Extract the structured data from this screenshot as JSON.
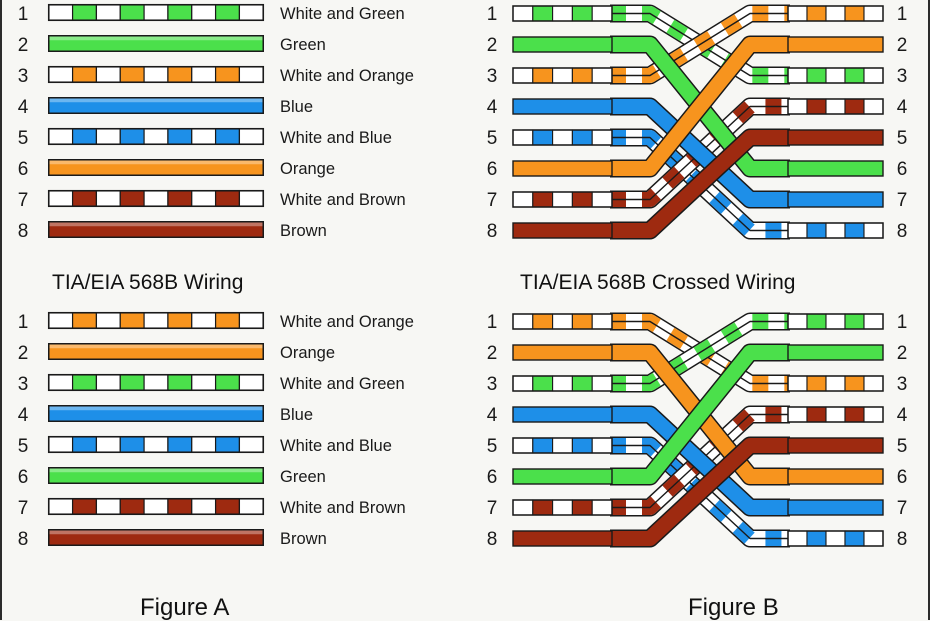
{
  "meta": {
    "diagram_title": "TIA/EIA 568B straight-through and crossover Ethernet wiring",
    "pin_numbers": [
      "1",
      "2",
      "3",
      "4",
      "5",
      "6",
      "7",
      "8"
    ]
  },
  "colors": {
    "green": "#4BE04B",
    "orange": "#F7941E",
    "blue": "#1E8FE8",
    "brown": "#9E2A10",
    "white": "#FFFFFF",
    "outline": "#1a1a1a",
    "background": "#f7f7f4",
    "text": "#1a1a1a"
  },
  "panels": {
    "top_left": {
      "title": "TIA/EIA 568B Wiring",
      "title_note": "568A pinout listing shown above the 568B title",
      "pins": [
        {
          "num": "1",
          "label": "White and Green",
          "color": "green",
          "striped": true
        },
        {
          "num": "2",
          "label": "Green",
          "color": "green",
          "striped": false
        },
        {
          "num": "3",
          "label": "White and Orange",
          "color": "orange",
          "striped": true
        },
        {
          "num": "4",
          "label": "Blue",
          "color": "blue",
          "striped": false
        },
        {
          "num": "5",
          "label": "White and Blue",
          "color": "blue",
          "striped": true
        },
        {
          "num": "6",
          "label": "Orange",
          "color": "orange",
          "striped": false
        },
        {
          "num": "7",
          "label": "White and Brown",
          "color": "brown",
          "striped": true
        },
        {
          "num": "8",
          "label": "Brown",
          "color": "brown",
          "striped": false
        }
      ]
    },
    "bottom_left": {
      "title": "Figure A",
      "pins": [
        {
          "num": "1",
          "label": "White and Orange",
          "color": "orange",
          "striped": true
        },
        {
          "num": "2",
          "label": "Orange",
          "color": "orange",
          "striped": false
        },
        {
          "num": "3",
          "label": "White and Green",
          "color": "green",
          "striped": true
        },
        {
          "num": "4",
          "label": "Blue",
          "color": "blue",
          "striped": false
        },
        {
          "num": "5",
          "label": "White and Blue",
          "color": "blue",
          "striped": true
        },
        {
          "num": "6",
          "label": "Green",
          "color": "green",
          "striped": false
        },
        {
          "num": "7",
          "label": "White and Brown",
          "color": "brown",
          "striped": true
        },
        {
          "num": "8",
          "label": "Brown",
          "color": "brown",
          "striped": false
        }
      ]
    },
    "top_right": {
      "title": "TIA/EIA 568B Crossed Wiring",
      "left_pins": [
        {
          "num": "1",
          "color": "green",
          "striped": true
        },
        {
          "num": "2",
          "color": "green",
          "striped": false
        },
        {
          "num": "3",
          "color": "orange",
          "striped": true
        },
        {
          "num": "4",
          "color": "blue",
          "striped": false
        },
        {
          "num": "5",
          "color": "blue",
          "striped": true
        },
        {
          "num": "6",
          "color": "orange",
          "striped": false
        },
        {
          "num": "7",
          "color": "brown",
          "striped": true
        },
        {
          "num": "8",
          "color": "brown",
          "striped": false
        }
      ],
      "right_pins": [
        {
          "num": "1",
          "color": "orange",
          "striped": true
        },
        {
          "num": "2",
          "color": "orange",
          "striped": false
        },
        {
          "num": "3",
          "color": "green",
          "striped": true
        },
        {
          "num": "4",
          "color": "brown",
          "striped": true
        },
        {
          "num": "5",
          "color": "brown",
          "striped": false
        },
        {
          "num": "6",
          "color": "green",
          "striped": false
        },
        {
          "num": "7",
          "color": "blue",
          "striped": false
        },
        {
          "num": "8",
          "color": "blue",
          "striped": true
        }
      ],
      "crossings": [
        {
          "from": 1,
          "to": 3
        },
        {
          "from": 2,
          "to": 6
        },
        {
          "from": 3,
          "to": 1
        },
        {
          "from": 4,
          "to": 7
        },
        {
          "from": 5,
          "to": 8
        },
        {
          "from": 6,
          "to": 2
        },
        {
          "from": 7,
          "to": 4
        },
        {
          "from": 8,
          "to": 5
        }
      ]
    },
    "bottom_right": {
      "title": "Figure B",
      "left_pins": [
        {
          "num": "1",
          "color": "orange",
          "striped": true
        },
        {
          "num": "2",
          "color": "orange",
          "striped": false
        },
        {
          "num": "3",
          "color": "green",
          "striped": true
        },
        {
          "num": "4",
          "color": "blue",
          "striped": false
        },
        {
          "num": "5",
          "color": "blue",
          "striped": true
        },
        {
          "num": "6",
          "color": "green",
          "striped": false
        },
        {
          "num": "7",
          "color": "brown",
          "striped": true
        },
        {
          "num": "8",
          "color": "brown",
          "striped": false
        }
      ],
      "right_pins": [
        {
          "num": "1",
          "color": "green",
          "striped": true
        },
        {
          "num": "2",
          "color": "green",
          "striped": false
        },
        {
          "num": "3",
          "color": "orange",
          "striped": true
        },
        {
          "num": "4",
          "color": "brown",
          "striped": true
        },
        {
          "num": "5",
          "color": "brown",
          "striped": false
        },
        {
          "num": "6",
          "color": "orange",
          "striped": false
        },
        {
          "num": "7",
          "color": "blue",
          "striped": false
        },
        {
          "num": "8",
          "color": "blue",
          "striped": true
        }
      ],
      "crossings": [
        {
          "from": 1,
          "to": 3
        },
        {
          "from": 2,
          "to": 6
        },
        {
          "from": 3,
          "to": 1
        },
        {
          "from": 4,
          "to": 7
        },
        {
          "from": 5,
          "to": 8
        },
        {
          "from": 6,
          "to": 2
        },
        {
          "from": 7,
          "to": 4
        },
        {
          "from": 8,
          "to": 5
        }
      ]
    }
  }
}
